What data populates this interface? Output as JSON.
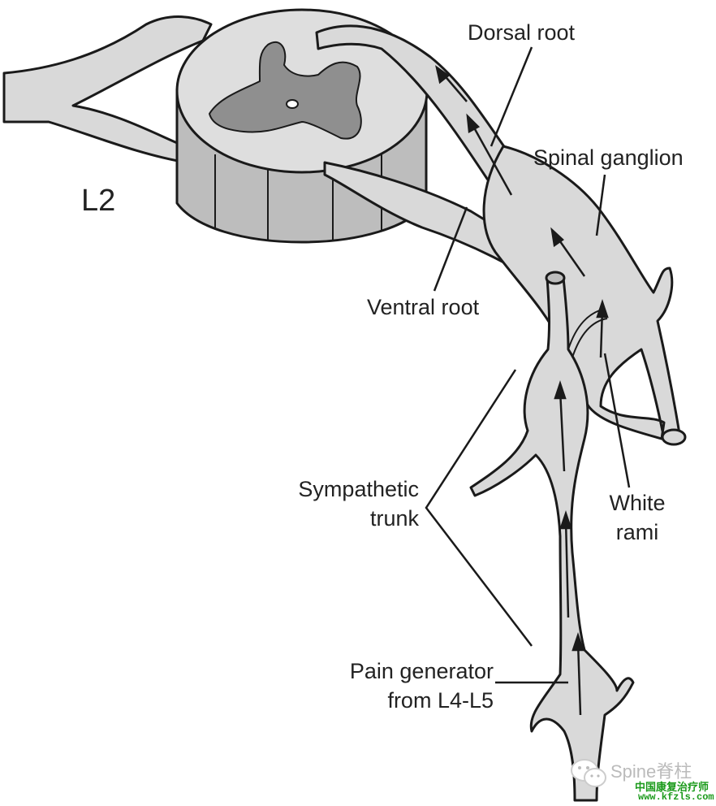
{
  "title": "L2",
  "labels": {
    "dorsal_root": "Dorsal root",
    "spinal_ganglion": "Spinal ganglion",
    "ventral_root": "Ventral root",
    "sympathetic_trunk_1": "Sympathetic",
    "sympathetic_trunk_2": "trunk",
    "white_rami_1": "White",
    "white_rami_2": "rami",
    "pain_generator_1": "Pain generator",
    "pain_generator_2": "from L4-L5"
  },
  "watermark": {
    "icon": "wechat-icon",
    "name": "Spine脊柱",
    "org": "中国康复治疗师",
    "url": "www.kfzls.com"
  },
  "colors": {
    "fill": "#d9d9d9",
    "gray_matter": "#8f8f8f",
    "cylinder": "#bdbdbd",
    "outline": "#1a1a1a"
  }
}
